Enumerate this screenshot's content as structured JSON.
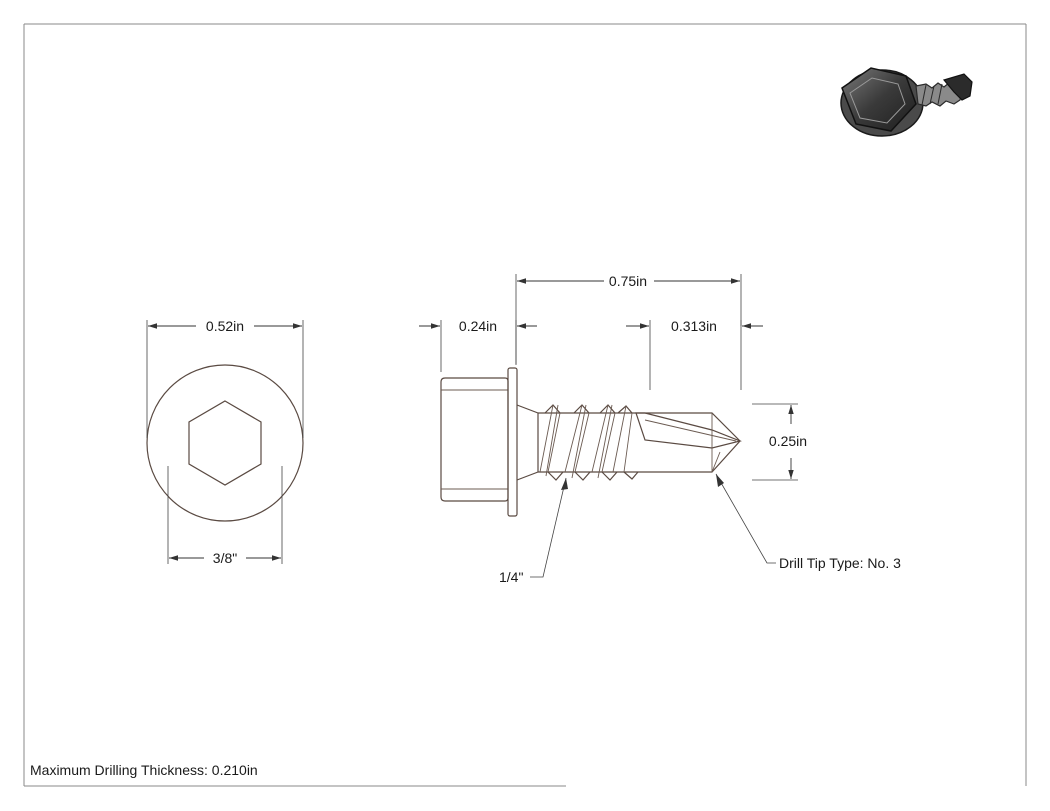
{
  "dimensions": {
    "head_width": "0.52in",
    "hex_size": "3/8\"",
    "head_height": "0.24in",
    "overall_length": "0.75in",
    "drill_point_length": "0.313in",
    "shank_diameter": "0.25in",
    "thread_size": "1/4\""
  },
  "notes": {
    "drill_tip": "Drill Tip Type: No. 3",
    "max_thickness": "Maximum Drilling Thickness: 0.210in"
  },
  "colors": {
    "outline": "#5a4a42",
    "dimension_line": "#333333",
    "frame": "#8a8a8a",
    "thumbnail_dark": "#2b2b2b",
    "thumbnail_mid": "#6e6e6e"
  },
  "thumbnail": {
    "icon": "hex-washer-head-self-drilling-screw-icon"
  }
}
